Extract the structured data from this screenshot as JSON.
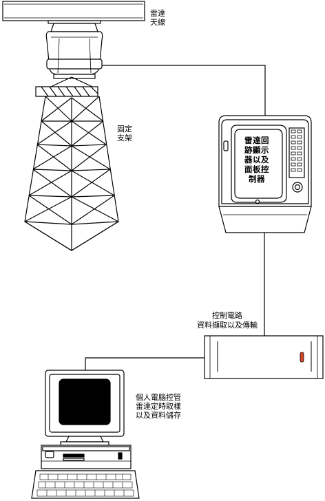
{
  "labels": {
    "radar_antenna": [
      "雷達",
      "天線"
    ],
    "fixed_mount": [
      "固定",
      "支架"
    ],
    "display_controller": [
      "雷達回",
      "跡顯示",
      "器以及",
      "面板控",
      "制器"
    ],
    "control_circuit": [
      "控制電路",
      "資料擷取以及傳輸"
    ],
    "pc": [
      "個人電腦控管",
      "雷達定時取樣",
      "以及資料儲存"
    ]
  },
  "colors": {
    "line": "#000000",
    "background": "#ffffff",
    "indicator_led": "#d9452b",
    "screen": "#000000"
  }
}
